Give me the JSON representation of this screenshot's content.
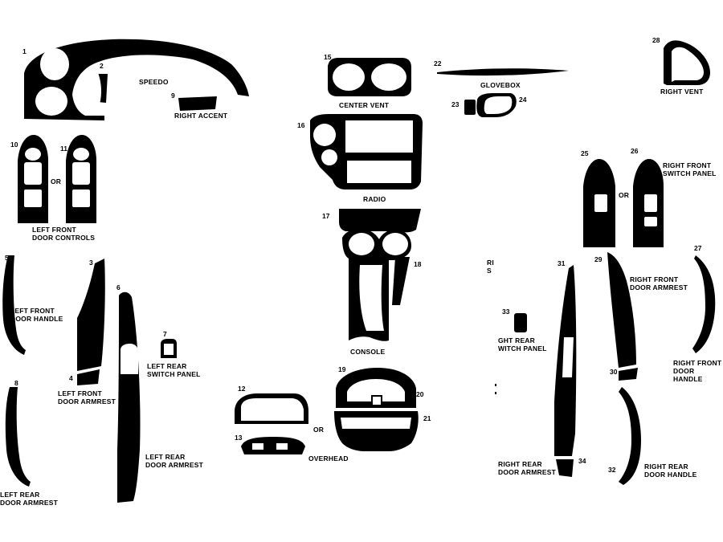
{
  "numbers": [
    "1",
    "2",
    "3",
    "4",
    "5",
    "6",
    "7",
    "8",
    "9",
    "10",
    "11",
    "12",
    "13",
    "15",
    "16",
    "17",
    "18",
    "19",
    "20",
    "21",
    "22",
    "23",
    "24",
    "25",
    "26",
    "27",
    "28",
    "29",
    "30",
    "31",
    "32",
    "33",
    "34"
  ],
  "labels": {
    "speedo": "SPEEDO",
    "right_accent": "RIGHT ACCENT",
    "center_vent": "CENTER VENT",
    "glovebox": "GLOVEBOX",
    "right_vent": "RIGHT VENT",
    "or_left_front": "OR",
    "left_front_door_controls": [
      "LEFT FRONT",
      "DOOR CONTROLS"
    ],
    "radio": "RADIO",
    "or_right_front": "OR",
    "right_front_switch_panel": [
      "RIGHT FRONT",
      "SWITCH PANEL"
    ],
    "left_front_door_handle": [
      "LEFT FRONT",
      "DOOR HANDLE"
    ],
    "left_front_door_armrest": [
      "LEFT FRONT",
      "DOOR ARMREST"
    ],
    "left_rear_switch_panel": [
      "LEFT REAR",
      "SWITCH PANEL"
    ],
    "left_rear_door_armrest_mid": [
      "LEFT REAR",
      "DOOR ARMREST"
    ],
    "left_rear_door_armrest_bottom": [
      "LEFT REAR",
      "DOOR ARMREST"
    ],
    "console": "CONSOLE",
    "overhead": "OVERHEAD",
    "or_overhead": "OR",
    "ri_s": [
      "RI",
      "S"
    ],
    "right_rear_switch_panel": [
      "GHT REAR",
      "WITCH PANEL"
    ],
    "right_front_door_armrest": [
      "RIGHT FRONT",
      "DOOR ARMREST"
    ],
    "right_front_door_handle": [
      "RIGHT FRONT",
      "DOOR HANDLE"
    ],
    "right_rear_door_armrest": [
      "RIGHT REAR",
      "DOOR ARMREST"
    ],
    "right_rear_door_handle": [
      "RIGHT REAR",
      "DOOR HANDLE"
    ]
  },
  "colors": {
    "part_fill": "#000000",
    "background": "#ffffff"
  }
}
